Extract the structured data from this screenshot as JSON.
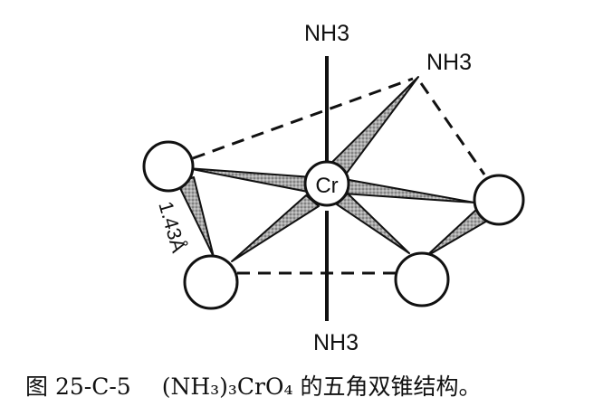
{
  "labels": {
    "top_ligand": "NH3",
    "upper_right_ligand": "NH3",
    "bottom_ligand": "NH3",
    "center_atom": "Cr",
    "bond_length": "1.43Å"
  },
  "caption": {
    "figure_number": "图 25-C-5",
    "text": "(NH₃)₃CrO₄ 的五角双锥结构。"
  },
  "colors": {
    "line": "#111111",
    "wedge_fill": "#9a9a9a",
    "background": "#ffffff"
  }
}
